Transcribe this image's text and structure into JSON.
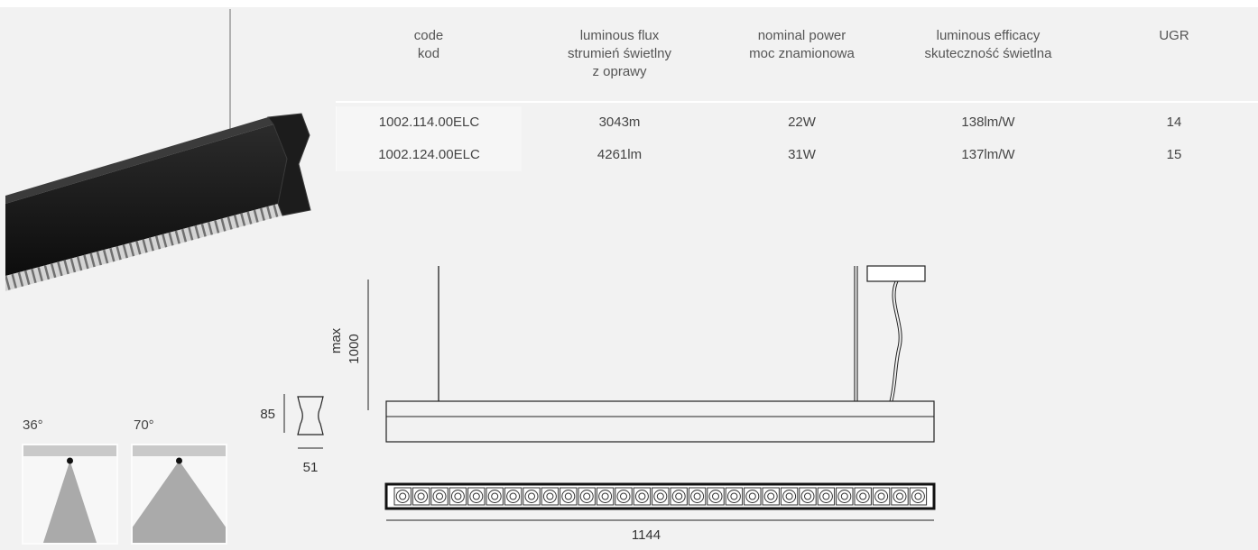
{
  "colors": {
    "background": "#f2f2f2",
    "text": "#555555",
    "value": "#444444",
    "ink": "#222222",
    "beam": "#aaaaaa"
  },
  "table": {
    "columns": [
      {
        "lines": [
          "code",
          "kod"
        ]
      },
      {
        "lines": [
          "luminous flux",
          "strumień świetlny",
          "z oprawy"
        ]
      },
      {
        "lines": [
          "nominal power",
          "moc znamionowa"
        ]
      },
      {
        "lines": [
          "luminous efficacy",
          "skuteczność świetlna"
        ]
      },
      {
        "lines": [
          "UGR"
        ]
      }
    ],
    "rows": [
      [
        "1002.114.00ELC",
        "3043m",
        "22W",
        "138lm/W",
        "14"
      ],
      [
        "1002.124.00ELC",
        "4261lm",
        "31W",
        "137lm/W",
        "15"
      ]
    ]
  },
  "beam_angles": [
    {
      "label": "36°",
      "angle": 36
    },
    {
      "label": "70°",
      "angle": 70
    }
  ],
  "drawing": {
    "profile_height": "85",
    "profile_width": "51",
    "suspension_label": "max",
    "suspension_value": "1000",
    "length": "1144"
  }
}
